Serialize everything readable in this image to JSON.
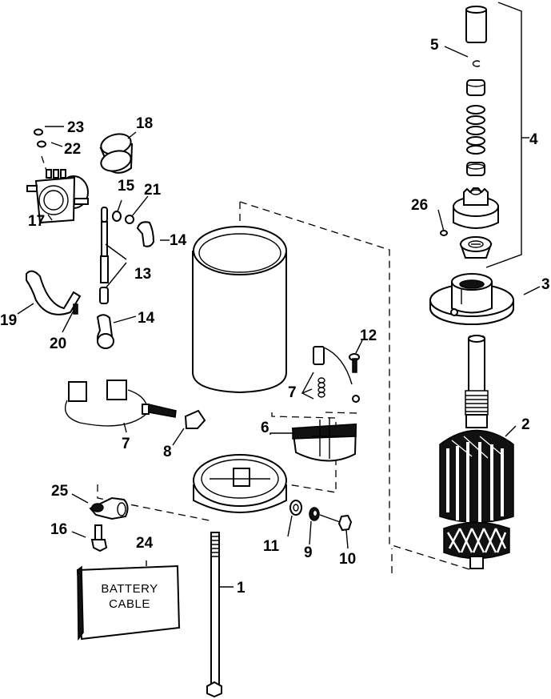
{
  "diagram": {
    "title": "Electric Starter Motor — Exploded Parts View",
    "box_label": [
      "BATTERY",
      "CABLE"
    ],
    "callouts": [
      {
        "id": "1",
        "part": "thru-bolt"
      },
      {
        "id": "2",
        "part": "armature"
      },
      {
        "id": "3",
        "part": "drive-end-cap"
      },
      {
        "id": "4",
        "part": "drive-assembly"
      },
      {
        "id": "5",
        "part": "retaining-ring"
      },
      {
        "id": "6",
        "part": "brush-holder"
      },
      {
        "id": "7",
        "part": "brush-set"
      },
      {
        "id": "7",
        "part": "brush-spring"
      },
      {
        "id": "8",
        "part": "terminal-insulator"
      },
      {
        "id": "9",
        "part": "washer"
      },
      {
        "id": "10",
        "part": "nut"
      },
      {
        "id": "11",
        "part": "lockwasher"
      },
      {
        "id": "12",
        "part": "screw"
      },
      {
        "id": "13",
        "part": "cable"
      },
      {
        "id": "14",
        "part": "terminal-boot"
      },
      {
        "id": "14",
        "part": "terminal-boot"
      },
      {
        "id": "15",
        "part": "nut"
      },
      {
        "id": "16",
        "part": "screw"
      },
      {
        "id": "17",
        "part": "solenoid"
      },
      {
        "id": "18",
        "part": "sleeve"
      },
      {
        "id": "19",
        "part": "bracket"
      },
      {
        "id": "20",
        "part": "screw"
      },
      {
        "id": "21",
        "part": "lockwasher"
      },
      {
        "id": "22",
        "part": "lockwasher"
      },
      {
        "id": "23",
        "part": "nut"
      },
      {
        "id": "24",
        "part": "battery-cable"
      },
      {
        "id": "25",
        "part": "ground-clip"
      },
      {
        "id": "26",
        "part": "lockwasher"
      }
    ]
  }
}
